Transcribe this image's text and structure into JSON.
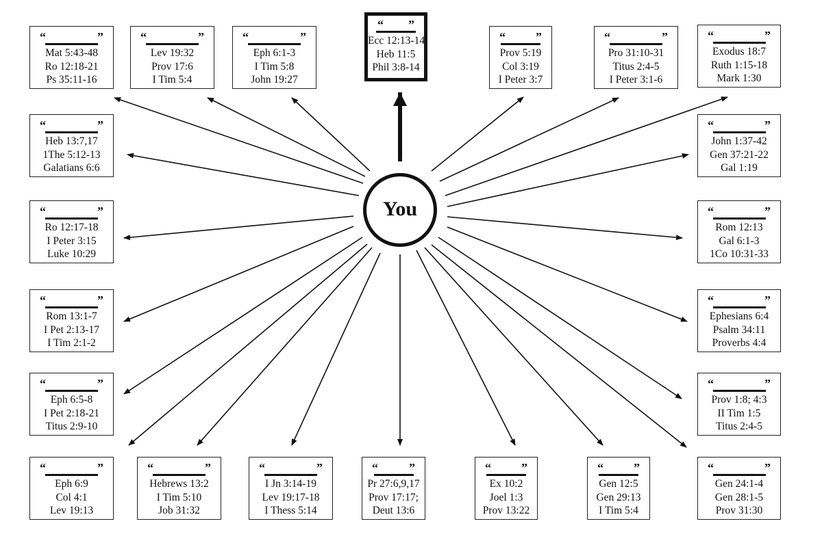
{
  "center": {
    "label": "You"
  },
  "boxes": [
    {
      "id": "top-1",
      "refs": [
        "Mat 5:43-48",
        "Ro 12:18-21",
        "Ps 35:11-16"
      ]
    },
    {
      "id": "top-2",
      "refs": [
        "Lev 19:32",
        "Prov 17:6",
        "I Tim 5:4"
      ]
    },
    {
      "id": "top-3",
      "refs": [
        "Eph 6:1-3",
        "I Tim 5:8",
        "John 19:27"
      ]
    },
    {
      "id": "top-center",
      "refs": [
        "Ecc 12:13-14",
        "Heb 11:5",
        "Phil 3:8-14"
      ],
      "emphasized": true
    },
    {
      "id": "top-5",
      "refs": [
        "Prov 5:19",
        "Col 3:19",
        "I Peter 3:7"
      ]
    },
    {
      "id": "top-6",
      "refs": [
        "Pro 31:10-31",
        "Titus 2:4-5",
        "I Peter 3:1-6"
      ]
    },
    {
      "id": "top-7",
      "refs": [
        "Exodus 18:7",
        "Ruth 1:15-18",
        "Mark 1:30"
      ]
    },
    {
      "id": "left-1",
      "refs": [
        "Heb 13:7,17",
        "1The 5:12-13",
        "Galatians 6:6"
      ]
    },
    {
      "id": "left-2",
      "refs": [
        "Ro 12:17-18",
        "I Peter 3:15",
        "Luke 10:29"
      ]
    },
    {
      "id": "left-3",
      "refs": [
        "Rom 13:1-7",
        "I Pet 2:13-17",
        "I Tim 2:1-2"
      ]
    },
    {
      "id": "left-4",
      "refs": [
        "Eph 6:5-8",
        "I Pet 2:18-21",
        "Titus 2:9-10"
      ]
    },
    {
      "id": "right-1",
      "refs": [
        "John 1:37-42",
        "Gen 37:21-22",
        "Gal 1:19"
      ]
    },
    {
      "id": "right-2",
      "refs": [
        "Rom 12:13",
        "Gal 6:1-3",
        "1Co 10:31-33"
      ]
    },
    {
      "id": "right-3",
      "refs": [
        "Ephesians 6:4",
        "Psalm 34:11",
        "Proverbs 4:4"
      ]
    },
    {
      "id": "right-4",
      "refs": [
        "Prov 1:8; 4:3",
        "II Tim 1:5",
        "Titus 2:4-5"
      ]
    },
    {
      "id": "bottom-1",
      "refs": [
        "Eph 6:9",
        "Col 4:1",
        "Lev 19:13"
      ]
    },
    {
      "id": "bottom-2",
      "refs": [
        "Hebrews 13:2",
        "I Tim 5:10",
        "Job 31:32"
      ]
    },
    {
      "id": "bottom-3",
      "refs": [
        "I Jn 3:14-19",
        "Lev 19:17-18",
        "I Thess 5:14"
      ]
    },
    {
      "id": "bottom-4",
      "refs": [
        "Pr 27:6,9,17",
        "Prov 17:17;",
        "Deut 13:6"
      ]
    },
    {
      "id": "bottom-5",
      "refs": [
        "Ex 10:2",
        "Joel 1:3",
        "Prov 13:22"
      ]
    },
    {
      "id": "bottom-6",
      "refs": [
        "Gen 12:5",
        "Gen 29:13",
        "I Tim 5:4"
      ]
    },
    {
      "id": "bottom-7",
      "refs": [
        "Gen 24:1-4",
        "Gen 28:1-5",
        "Prov 31:30"
      ]
    }
  ],
  "quote_open": "“",
  "quote_close": "”"
}
